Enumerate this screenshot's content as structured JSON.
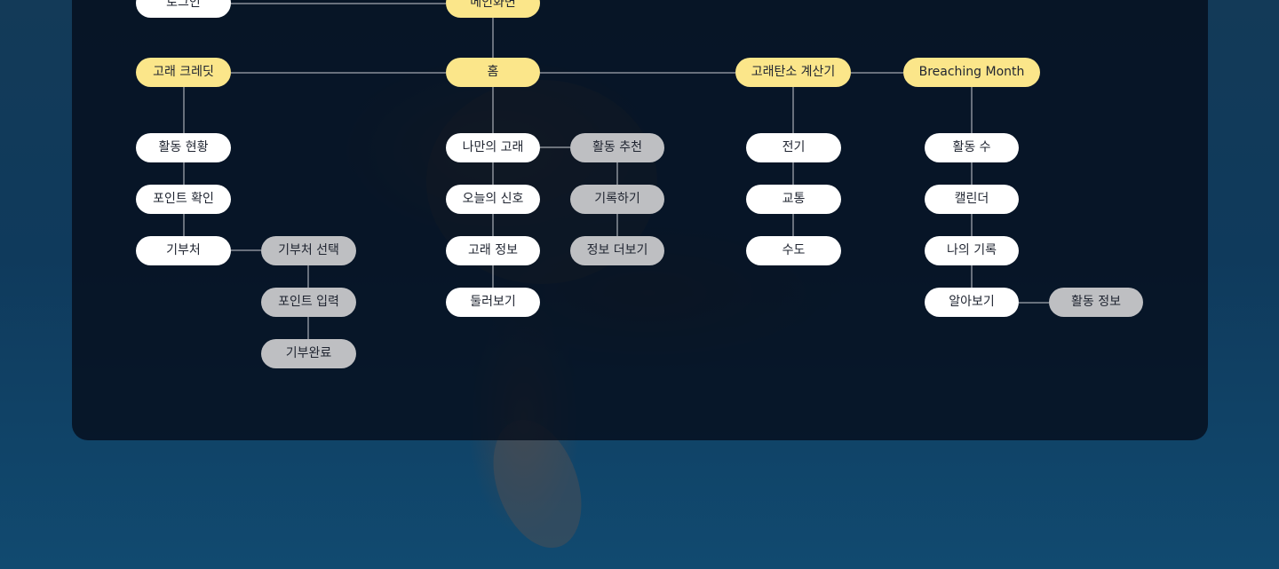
{
  "sitemap": {
    "top": {
      "login": "로그인",
      "main_screen": "메인화면"
    },
    "row_level1": {
      "whale_credit": "고래 크레딧",
      "home": "홈",
      "carbon_calculator": "고래탄소 계산기",
      "breaching_month": "Breaching Month"
    },
    "whale_credit": {
      "activity_status": "활동 현황",
      "point_check": "포인트 확인",
      "donation_target": "기부처",
      "donation": {
        "select": "기부처 선택",
        "point_input": "포인트 입력",
        "complete": "기부완료"
      }
    },
    "home": {
      "my_whale": "나만의 고래",
      "today_signal": "오늘의 신호",
      "whale_info": "고래 정보",
      "browse": "둘러보기",
      "sub": {
        "activity_recommend": "활동 추천",
        "record": "기록하기",
        "more_info": "정보 더보기"
      }
    },
    "calculator": {
      "electricity": "전기",
      "transport": "교통",
      "water": "수도"
    },
    "breaching": {
      "activity_count": "활동 수",
      "calendar": "캘린더",
      "my_record": "나의 기록",
      "learn_more": "알아보기",
      "activity_info": "활동 정보"
    }
  },
  "colors": {
    "level_node": "#fbe68a",
    "page_node": "#ffffff",
    "sub_node": "#bebfc2",
    "panel": "#050c1a",
    "ocean": "#0f3a5c"
  }
}
